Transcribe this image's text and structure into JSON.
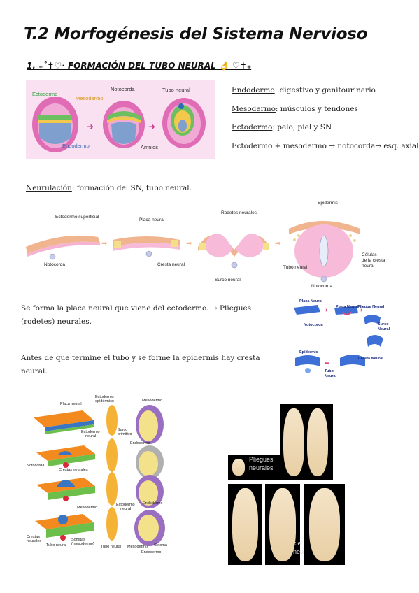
{
  "header": {
    "title": "T.2 Morfogénesis del Sistema Nervioso",
    "subtitle": "1. ₊˚✝♡· FORMACIÓN DEL TUBO NEURAL 👌 ♡✝₊"
  },
  "fig_layers": {
    "ectodermo": "Ectodermo",
    "mesodermo": "Mesodermo",
    "notocorda": "Notocorda",
    "tubo_neural": "Tubo neural",
    "endodermo": "Endodermo",
    "amnios": "Amnios"
  },
  "definitions": [
    {
      "term": "Endodermo",
      "text": ": digestivo y genitourinario"
    },
    {
      "term": "Mesodermo",
      "text": ": músculos y tendones"
    },
    {
      "term": "Ectodermo",
      "text": ": pelo, piel y SN"
    },
    {
      "term": "",
      "text": "Ectodermo + mesodermo → notocorda→ esq. axial"
    }
  ],
  "neurulation": {
    "term": "Neurulación",
    "text": ": formación del SN, tubo neural."
  },
  "fig_neurulation": {
    "ectodermo_superficial": "Ectodermo superficial",
    "placa_neural": "Placa neural",
    "rodetes": "Rodetes neurales",
    "epidermis": "Epidermis",
    "notocorda_a": "Notocorda",
    "cresta_neural": "Cresta neural",
    "surco_neural": "Surco neural",
    "tubo_neural": "Tubo neural",
    "notocorda_b": "Notocorda",
    "celulas": "Células",
    "de_la_cresta": "de la cresta",
    "neural": "neural"
  },
  "paragraphs": [
    "Se forma la placa neural que viene del ectodermo. → Pliegues (rodetes) neurales.",
    "Antes de que termine el tubo y se forme la epidermis hay cresta neural."
  ],
  "fig_small": {
    "placa_neural": "Placa Neural",
    "notocorda": "Notocorda",
    "placa_neural_2": "Placa Neural",
    "pliegue": "Pliegue Neural",
    "surco": "Surco",
    "surco_2": "Neural",
    "epidermis": "Epidermis",
    "cresta": "Cresta Neural",
    "tubo": "Tubo",
    "tubo_2": "Neural"
  },
  "fig_stages": {
    "placa_neural": "Placa neural",
    "ecto_epi": "Ectodermo",
    "ecto_epi_2": "epidérmico",
    "mesodermo": "Mesodermo",
    "ecto_neural": "Ectodermo",
    "ecto_neural_2": "neural",
    "surco": "Surco",
    "surco_2": "primitivo",
    "endodermo": "Endodermo",
    "notocorda": "Notocorda",
    "crestas": "Crestas neurales",
    "mesodermo_2": "Mesodermo",
    "ecto_neural_b": "Ectodermo",
    "ecto_neural_b2": "neural",
    "endodermo_2": "Endodermo",
    "crestas_b": "Crestas",
    "crestas_b2": "neurales",
    "tubo": "Tubo neural",
    "somitas": "Somitas",
    "somitas_2": "(mesodermo)",
    "tubo_2": "Tubo neural",
    "mesodermo_3": "Mesodermo",
    "celoma": "Celoma",
    "endodermo_3": "Endodermo"
  },
  "fig_photos": {
    "pliegues": "Pliegues",
    "neurales": "neurales",
    "cie": "cie",
    "neu": "neu"
  },
  "colors": {
    "fig_bg": "#f9e1f1",
    "ectoderm_label": "#2e9e3e",
    "mesoderm_label": "#d79a1a",
    "pink_tissue": "#f5b5d8"
  }
}
